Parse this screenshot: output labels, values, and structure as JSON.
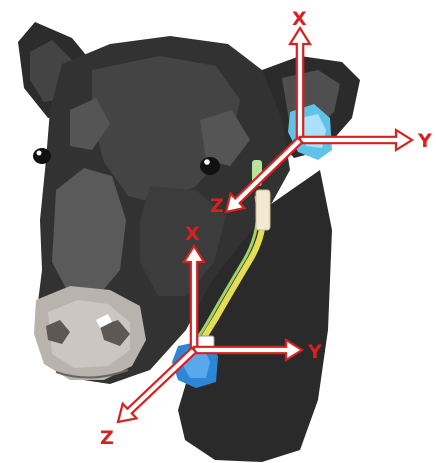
{
  "colors": {
    "axis_red": "#d92020",
    "coat_dark": "#262626",
    "coat_mid": "#4a4a4a",
    "coat_light": "#6e6e6e",
    "muzzle": "#b9b4ae",
    "ear_tag": "#5fc3e8",
    "collar_sensor": "#2e86d6",
    "cable_yellow": "#e5de55",
    "cable_green": "#9fd36a"
  },
  "icons": [
    "cow-head-illustration",
    "ear-tag-sensor",
    "collar-sensor",
    "sensor-cable"
  ],
  "ear_axes": {
    "x_label": "X",
    "y_label": "Y",
    "z_label": "Z"
  },
  "collar_axes": {
    "x_label": "X",
    "y_label": "Y",
    "z_label": "Z"
  }
}
